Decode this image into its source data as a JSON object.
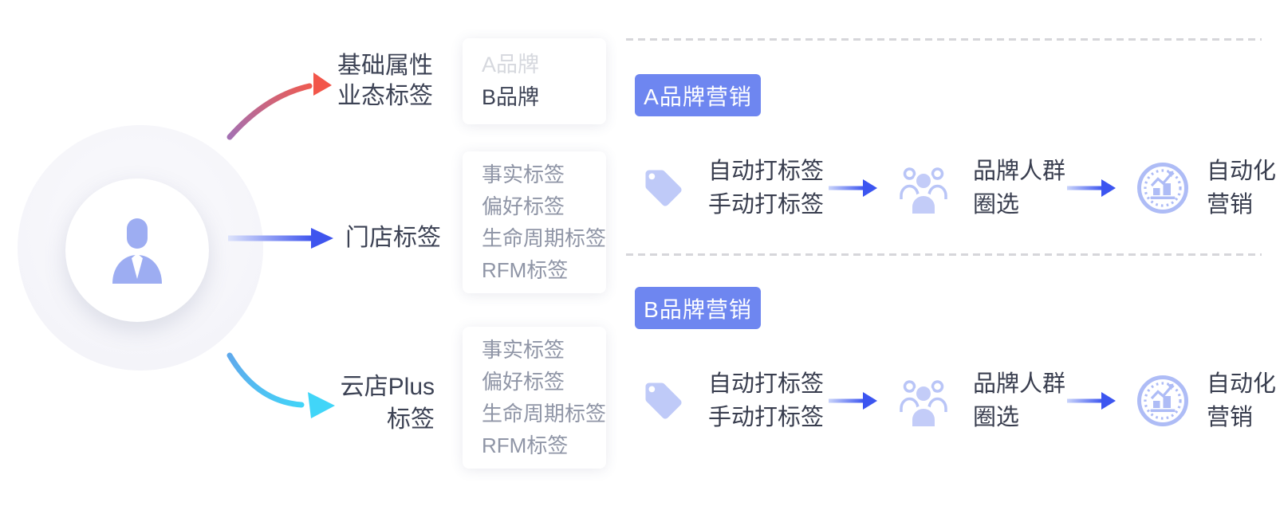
{
  "colors": {
    "accent_blue": "#3c55f0",
    "badge_blue": "#6e86f0",
    "icon_periwinkle": "#b6c2f7",
    "arrow_red": "#f2564a",
    "arrow_purple": "#9c6bad",
    "arrow_cyan": "#41d5f8",
    "dark_text": "#3c4254",
    "gray_text": "#8f95a6"
  },
  "branches": {
    "basic": {
      "line1": "基础属性",
      "line2": "业态标签"
    },
    "store": {
      "label": "门店标签"
    },
    "cloud_plus": {
      "line1": "云店Plus",
      "line2": "标签"
    }
  },
  "brand_box": {
    "item_a": "A品牌",
    "item_b": "B品牌"
  },
  "tag_box": {
    "item1": "事实标签",
    "item2": "偏好标签",
    "item3": "生命周期标签",
    "item4": "RFM标签"
  },
  "campaign_buttons": {
    "brand_a": "A品牌营销",
    "brand_b": "B品牌营销"
  },
  "flow": {
    "tagging": {
      "line1": "自动打标签",
      "line2": "手动打标签"
    },
    "audience": {
      "line1": "品牌人群",
      "line2": "圈选"
    },
    "automation": {
      "line1": "自动化",
      "line2": "营销"
    }
  }
}
